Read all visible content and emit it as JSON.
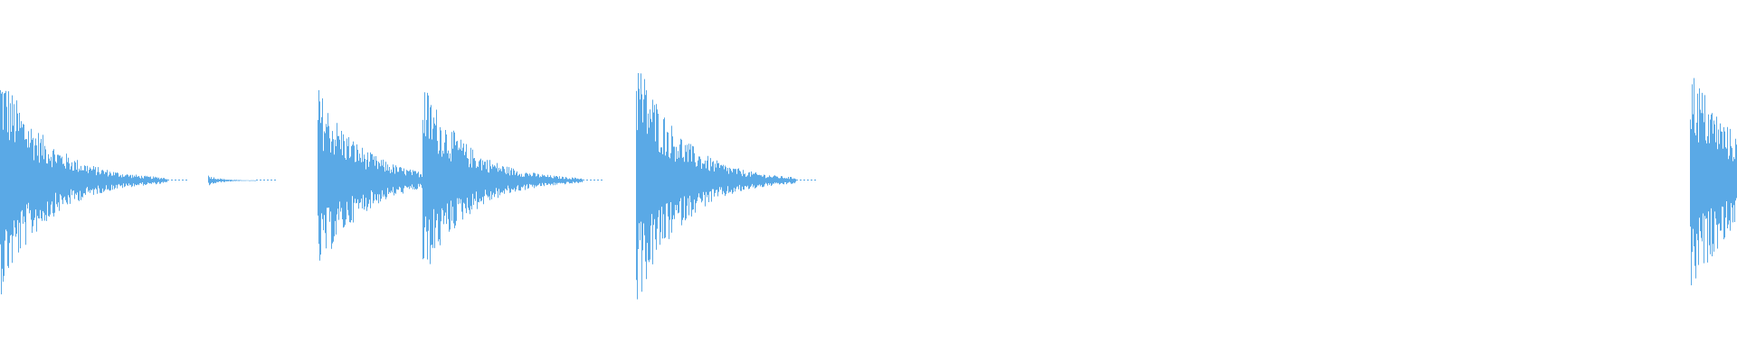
{
  "waveform": {
    "color": "#5aa9e6",
    "background": "#ffffff",
    "duration_label": "",
    "events": [
      {
        "onset": 0.0,
        "peak": 0.86,
        "decay": 0.042
      },
      {
        "onset": 0.12,
        "peak": 0.04,
        "decay": 0.012
      },
      {
        "onset": 0.183,
        "peak": 0.7,
        "decay": 0.04
      },
      {
        "onset": 0.243,
        "peak": 0.75,
        "decay": 0.04
      },
      {
        "onset": 0.366,
        "peak": 0.95,
        "decay": 0.04
      },
      {
        "onset": 0.973,
        "peak": 0.88,
        "decay": 0.045
      }
    ]
  }
}
